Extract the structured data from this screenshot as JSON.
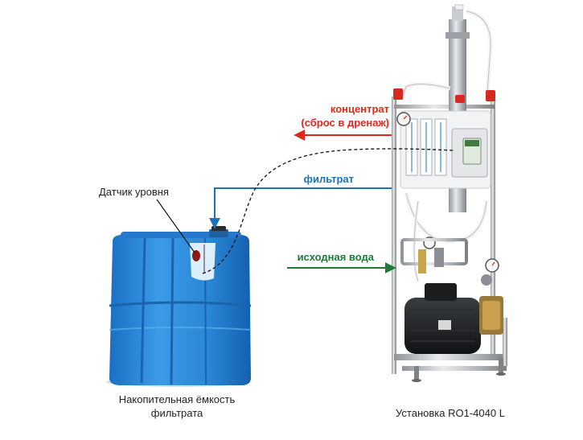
{
  "labels": {
    "concentrate_line1": "концентрат",
    "concentrate_line2": "(сброс в дренаж)",
    "filtrate": "фильтрат",
    "source_water": "исходная вода",
    "level_sensor": "Датчик уровня",
    "tank_caption_line1": "Накопительная ёмкость",
    "tank_caption_line2": "фильтрата",
    "unit_caption": "Установка RO1-4040 L"
  },
  "colors": {
    "concentrate": "#e0291c",
    "filtrate": "#1b72b8",
    "source_water": "#1d7a3a",
    "tank": "#2f8fe0",
    "dashed_line": "#111111"
  },
  "icons": {
    "tank": "water-storage-tank-icon",
    "ro_unit": "reverse-osmosis-unit-icon",
    "sensor": "level-sensor-icon"
  }
}
